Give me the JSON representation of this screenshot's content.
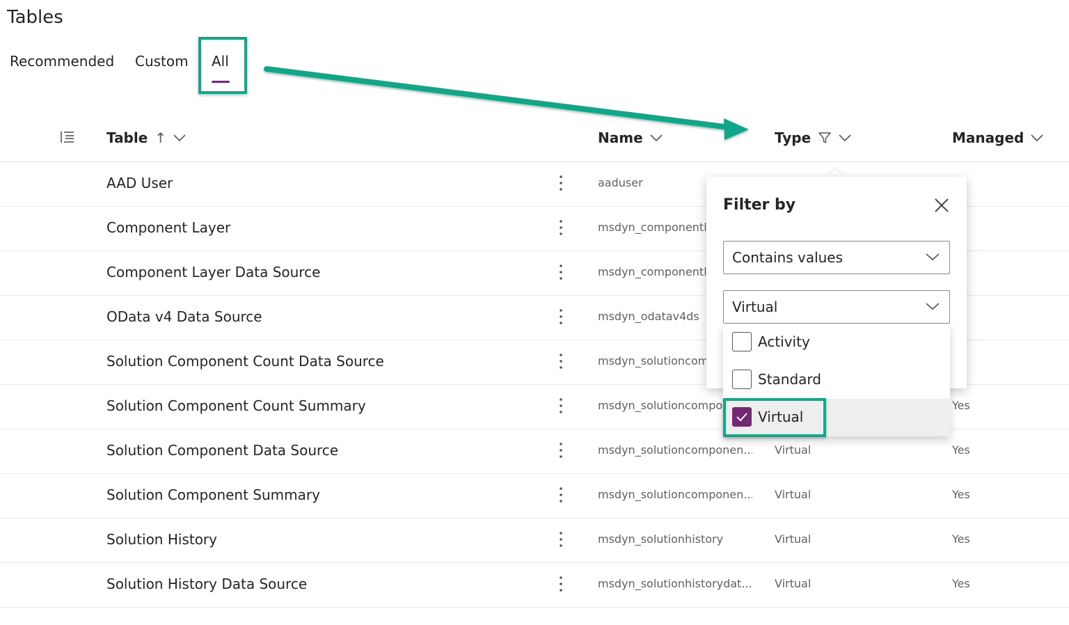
{
  "page": {
    "title": "Tables"
  },
  "tabs": [
    {
      "label": "Recommended"
    },
    {
      "label": "Custom"
    },
    {
      "label": "All",
      "selected": true
    }
  ],
  "columns": {
    "table": "Table",
    "table_sort": "↑",
    "name": "Name",
    "type": "Type",
    "managed": "Managed"
  },
  "rows": [
    {
      "table": "AAD User",
      "name": "aaduser",
      "type": "",
      "managed": ""
    },
    {
      "table": "Component Layer",
      "name": "msdyn_componentl",
      "type": "",
      "managed": ""
    },
    {
      "table": "Component Layer Data Source",
      "name": "msdyn_componentl",
      "type": "",
      "managed": ""
    },
    {
      "table": "OData v4 Data Source",
      "name": "msdyn_odatav4ds",
      "type": "",
      "managed": ""
    },
    {
      "table": "Solution Component Count Data Source",
      "name": "msdyn_solutioncom",
      "type": "",
      "managed": ""
    },
    {
      "table": "Solution Component Count Summary",
      "name": "msdyn_solutioncompo",
      "type": "",
      "managed": "Yes"
    },
    {
      "table": "Solution Component Data Source",
      "name": "msdyn_solutioncomponen...",
      "type": "Virtual",
      "managed": "Yes"
    },
    {
      "table": "Solution Component Summary",
      "name": "msdyn_solutioncomponen...",
      "type": "Virtual",
      "managed": "Yes"
    },
    {
      "table": "Solution History",
      "name": "msdyn_solutionhistory",
      "type": "Virtual",
      "managed": "Yes"
    },
    {
      "table": "Solution History Data Source",
      "name": "msdyn_solutionhistorydat...",
      "type": "Virtual",
      "managed": "Yes"
    }
  ],
  "filter_panel": {
    "title": "Filter by",
    "operator": "Contains values",
    "value": "Virtual",
    "options": [
      {
        "label": "Activity",
        "checked": false
      },
      {
        "label": "Standard",
        "checked": false
      },
      {
        "label": "Virtual",
        "checked": true
      }
    ]
  },
  "colors": {
    "accent": "#742774",
    "annotation": "#10a889"
  },
  "icons": [
    "column-options-icon",
    "sort-arrow-up-icon",
    "chevron-down-icon",
    "filter-icon",
    "more-vertical-icon",
    "close-icon",
    "check-icon"
  ]
}
